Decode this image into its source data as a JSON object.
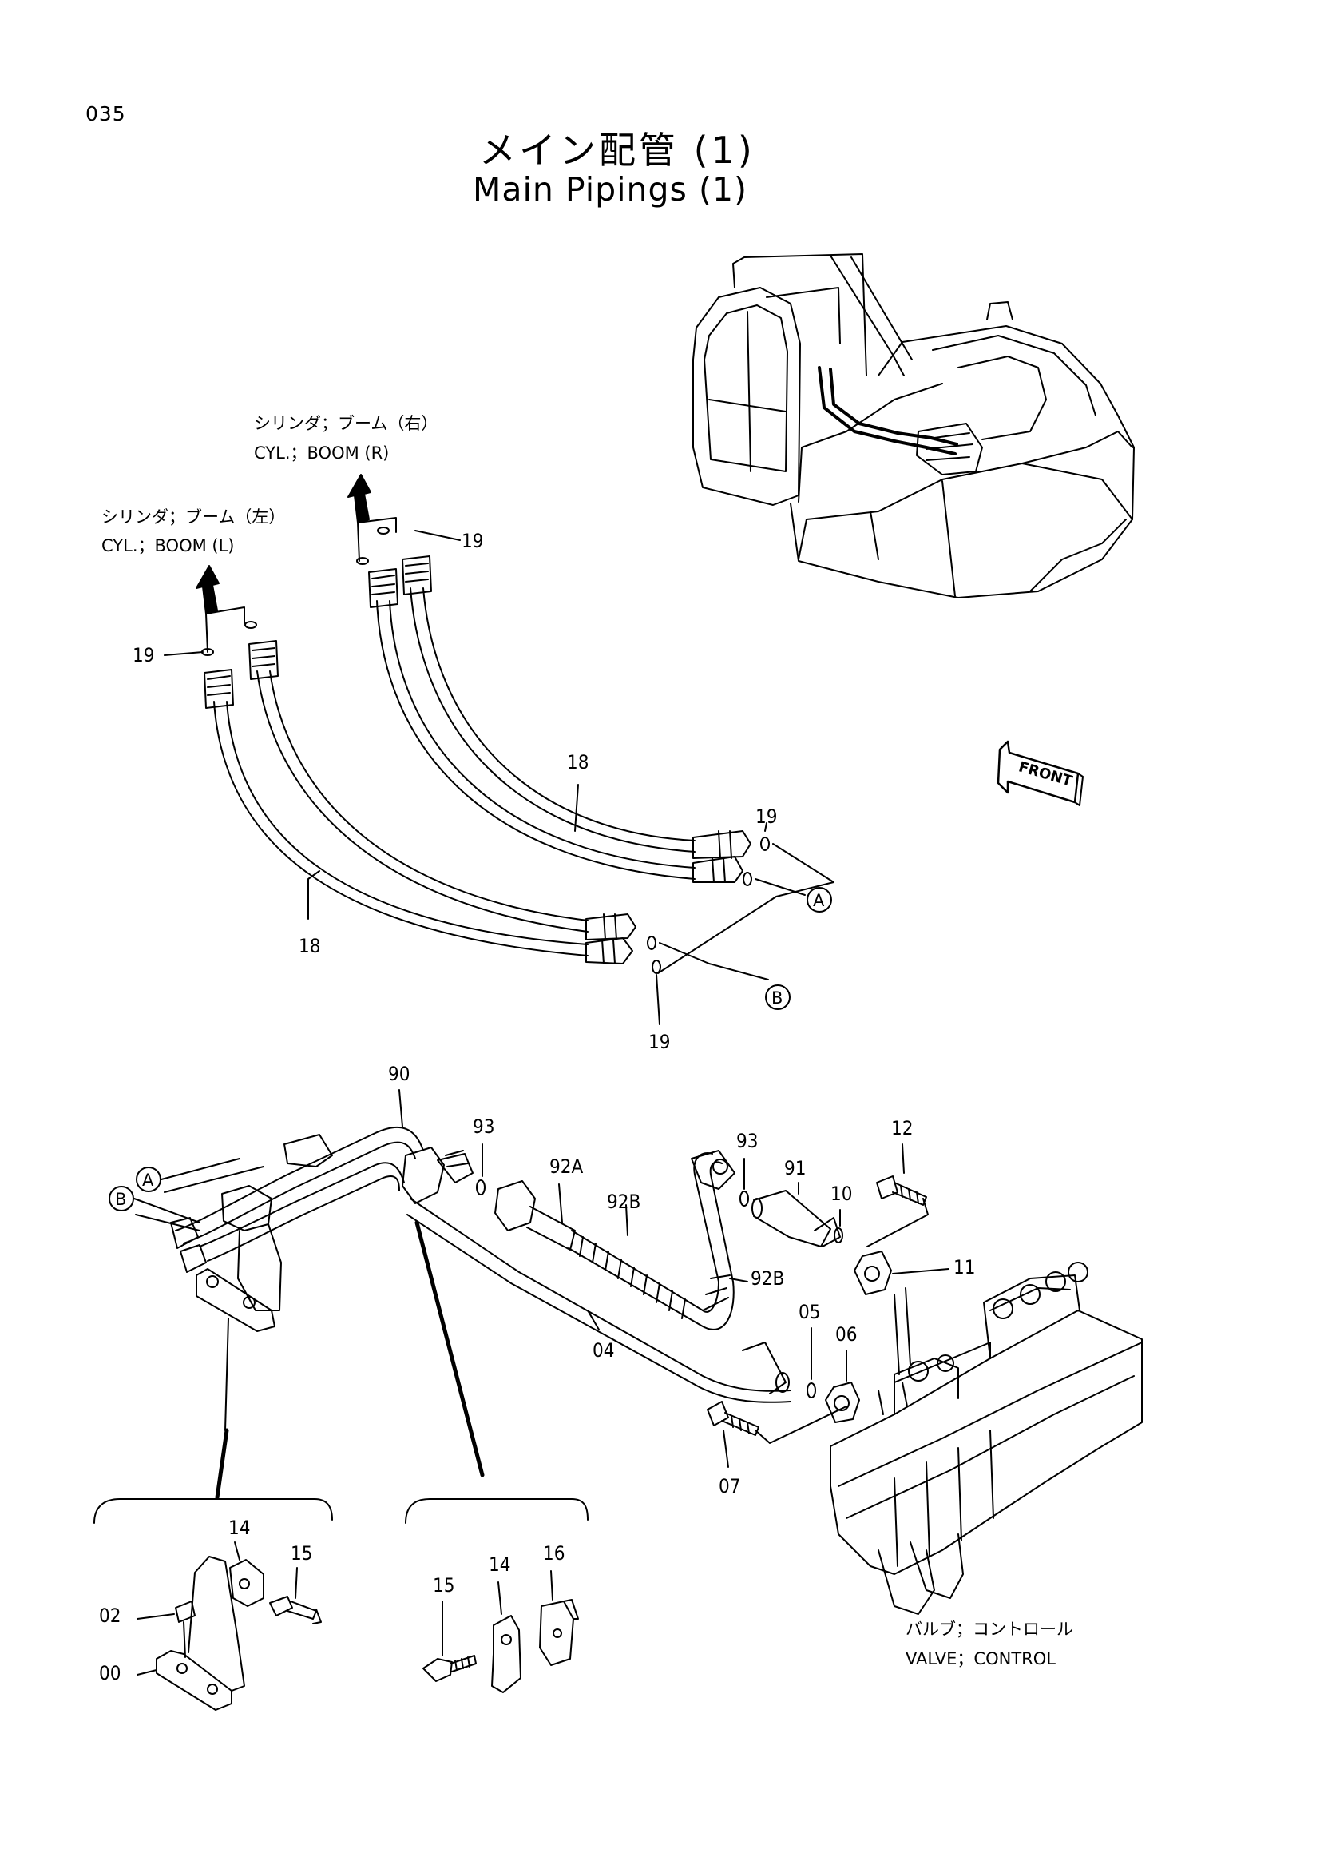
{
  "page_number": "035",
  "title": {
    "ja": "メイン配管 (1)",
    "en": "Main Pipings (1)"
  },
  "captions": {
    "boom_r_ja": "シリンダ；ブーム（右）",
    "boom_r_en": "CYL.；BOOM (R)",
    "boom_l_ja": "シリンダ；ブーム（左）",
    "boom_l_en": "CYL.；BOOM (L)",
    "valve_ja": "バルブ；コントロール",
    "valve_en": "VALVE；CONTROL",
    "front": "FRONT",
    "marker_a": "A",
    "marker_b": "B"
  },
  "callouts": {
    "c19_boom_r": "19",
    "c19_boom_l": "19",
    "c18_upper": "18",
    "c18_lower": "18",
    "c19_right_top": "19",
    "c19_right_bottom": "19",
    "c90": "90",
    "c93_left": "93",
    "c92a": "92A",
    "c92b_upper": "92B",
    "c92b_right": "92B",
    "c93_right": "93",
    "c91": "91",
    "c10": "10",
    "c12": "12",
    "c11": "11",
    "c04": "04",
    "c05": "05",
    "c06": "06",
    "c07": "07",
    "c14_left": "14",
    "c15_left": "15",
    "c02": "02",
    "c00": "00",
    "c15_right": "15",
    "c14_right": "14",
    "c16": "16"
  }
}
